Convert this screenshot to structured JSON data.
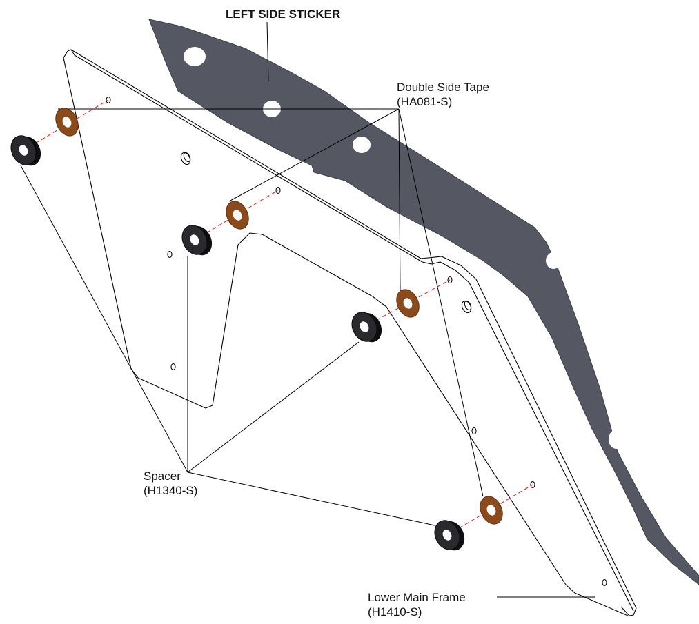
{
  "labels": {
    "sticker": {
      "title": "LEFT SIDE STICKER"
    },
    "tape": {
      "name": "Double Side Tape",
      "part": "(HA081-S)"
    },
    "spacer": {
      "name": "Spacer",
      "part": "(H1340-S)"
    },
    "frame": {
      "name": "Lower Main Frame",
      "part": "(H1410-S)"
    }
  },
  "colors": {
    "sticker": "#555862",
    "tape": "#8a4a1c",
    "tape_edge": "#5e3210",
    "spacer": "#1e1e20",
    "axis_line": "#e0302c",
    "outline": "#000000"
  }
}
